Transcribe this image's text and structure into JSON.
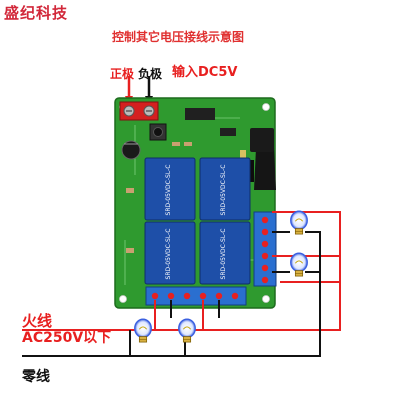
{
  "brand": {
    "name": "盛纪科技"
  },
  "title": "控制其它电压接线示意图",
  "power": {
    "positive_label": "正极",
    "negative_label": "负极",
    "input_label": "输入DC5V"
  },
  "mains": {
    "live_label": "火线",
    "voltage_label": "AC250V以下",
    "neutral_label": "零线"
  },
  "relay": {
    "model_text": "SRD-05VDC-SL-C"
  },
  "colors": {
    "brand": "#d2283a",
    "wire_live": "#e82020",
    "wire_neutral": "#111111",
    "pcb": "#2f9a2f",
    "relay": "#1e4fa8",
    "terminal": "#2a6fd0",
    "bulb_glow": "#3a5fe0"
  }
}
